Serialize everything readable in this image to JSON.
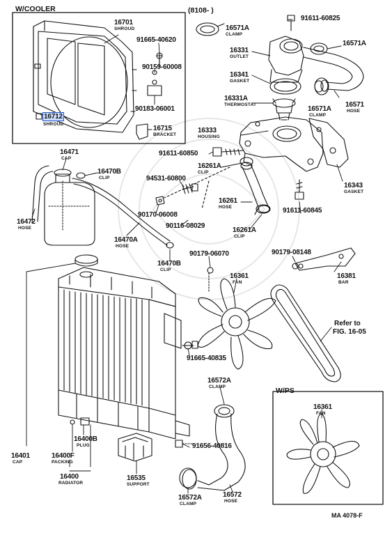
{
  "headers": {
    "cooler": "W/COOLER",
    "date_note": "(8108-      )",
    "wps": "W/PS",
    "refer": "Refer to",
    "refer_fig": "FIG. 16-05",
    "doc_code": "MA 4078-F"
  },
  "parts": {
    "p16701": {
      "num": "16701",
      "name": "SHROUD"
    },
    "p91665_40620": {
      "num": "91665-40620"
    },
    "p90159_60008": {
      "num": "90159-60008"
    },
    "p90183_06001": {
      "num": "90183-06001"
    },
    "p16712": {
      "num": "16712",
      "name": "SHROUD"
    },
    "p16715": {
      "num": "16715",
      "name": "BRACKET"
    },
    "p16571A_top": {
      "num": "16571A",
      "name": "CLAMP"
    },
    "p91611_60825": {
      "num": "91611-60825"
    },
    "p16571A_right": {
      "num": "16571A"
    },
    "p16331": {
      "num": "16331",
      "name": "OUTLET"
    },
    "p16341": {
      "num": "16341",
      "name": "GASKET"
    },
    "p16331A": {
      "num": "16331A",
      "name": "THERMOSTAT"
    },
    "p16571A_clamp": {
      "num": "16571A",
      "name": "CLAMP"
    },
    "p16571": {
      "num": "16571",
      "name": "HOSE"
    },
    "p16333": {
      "num": "16333",
      "name": "HOUSING"
    },
    "p91611_60850": {
      "num": "91611-60850"
    },
    "p16471": {
      "num": "16471",
      "name": "CAP"
    },
    "p16470B_top": {
      "num": "16470B",
      "name": "CLIP"
    },
    "p16472": {
      "num": "16472",
      "name": "HOSE"
    },
    "p16261A_top": {
      "num": "16261A",
      "name": "CLIP"
    },
    "p94531_60800": {
      "num": "94531-60800"
    },
    "p16343": {
      "num": "16343",
      "name": "GASKET"
    },
    "p16261": {
      "num": "16261",
      "name": "HOSE"
    },
    "p90170_06008": {
      "num": "90170-06008"
    },
    "p91611_60845": {
      "num": "91611-60845"
    },
    "p90116_08029": {
      "num": "90116-08029"
    },
    "p16470A": {
      "num": "16470A",
      "name": "HOSE"
    },
    "p16261A_bot": {
      "num": "16261A",
      "name": "CLIP"
    },
    "p16470B_bot": {
      "num": "16470B",
      "name": "CLIP"
    },
    "p90179_06070": {
      "num": "90179-06070"
    },
    "p90179_08148": {
      "num": "90179-08148"
    },
    "p16361": {
      "num": "16361",
      "name": "FAN"
    },
    "p16381": {
      "num": "16381",
      "name": "BAR"
    },
    "p91665_40835": {
      "num": "91665-40835"
    },
    "p16572A_top": {
      "num": "16572A",
      "name": "CLAMP"
    },
    "p16361_wps": {
      "num": "16361",
      "name": "FAN"
    },
    "p16401": {
      "num": "16401",
      "name": "CAP"
    },
    "p16400B": {
      "num": "16400B",
      "name": "PLUG"
    },
    "p16400F": {
      "num": "16400F",
      "name": "PACKING"
    },
    "p91656_40816": {
      "num": "91656-40816"
    },
    "p16400": {
      "num": "16400",
      "name": "RADIATOR"
    },
    "p16535": {
      "num": "16535",
      "name": "SUPPORT"
    },
    "p16572A_bot": {
      "num": "16572A",
      "name": "CLAMP"
    },
    "p16572": {
      "num": "16572",
      "name": "HOSE"
    }
  },
  "colors": {
    "ink": "#111111",
    "highlight_fill": "#cfe0ff",
    "highlight_border": "#1f55c9"
  }
}
